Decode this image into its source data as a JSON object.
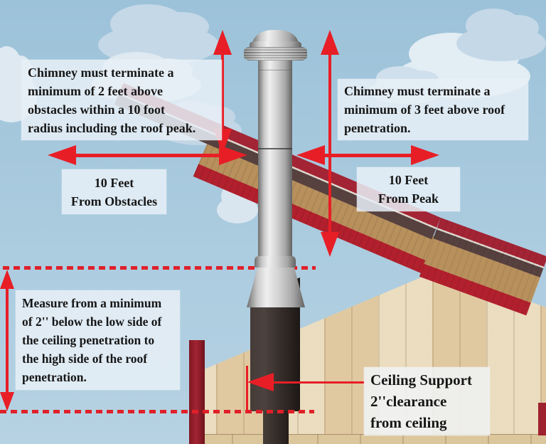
{
  "diagram": {
    "subject": "chimney-clearance-diagram",
    "callouts": {
      "obstacle_rule": {
        "lines": [
          "Chimney must terminate a",
          "minimum of 2 feet above",
          "obstacles within a 10 foot",
          "radius including the roof peak."
        ]
      },
      "obstacle_distance": {
        "lines": [
          "10 Feet",
          "From Obstacles"
        ]
      },
      "roof_rule": {
        "lines": [
          "Chimney must terminate a",
          "minimum of 3 feet above roof",
          "penetration."
        ]
      },
      "peak_distance": {
        "lines": [
          "10 Feet",
          "From Peak"
        ]
      },
      "measure_rule": {
        "lines": [
          "Measure from a minimum",
          "of 2'' below the low side of",
          "the ceiling penetration to",
          "the high side of the roof",
          "penetration."
        ]
      },
      "ceiling_support": {
        "lines": [
          "Ceiling Support",
          "2''clearance",
          "from ceiling"
        ]
      }
    },
    "colors": {
      "annotation_red": "#e81e26",
      "roof_crimson": "#a32434",
      "roof_brown": "#56413f",
      "roof_tan": "#b8905c",
      "roof_bright_red": "#b2202d",
      "wall_wood": "#e6d3ad",
      "sky": "#a9cade",
      "pipe_black": "#332b28",
      "pipe_metal": "#c9c9c9",
      "callout_background": "#e8f0f7",
      "text": "#161616"
    }
  }
}
